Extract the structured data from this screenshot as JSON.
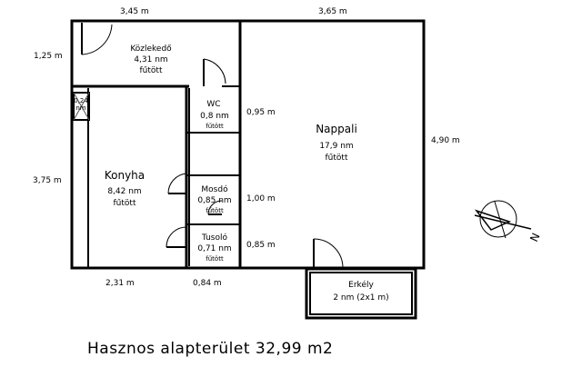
{
  "dimensions": {
    "top_left": "3,45 m",
    "top_right": "3,65 m",
    "left_top": "1,25 m",
    "left_mid": "3,75 m",
    "bottom_left": "2,31 m",
    "bottom_mid": "0,84 m",
    "right": "4,90 m",
    "wc_side": "0,95 m",
    "mosdo_side": "1,00 m",
    "tusolo_side": "0,85 m"
  },
  "rooms": {
    "kozlekedo": {
      "name": "Közlekedő",
      "area": "4,31 nm",
      "status": "fűtött"
    },
    "nappali": {
      "name": "Nappali",
      "area": "17,9 nm",
      "status": "fűtött"
    },
    "konyha": {
      "name": "Konyha",
      "area": "8,42 nm",
      "status": "fűtött"
    },
    "wc": {
      "name": "WC",
      "area": "0,8 nm",
      "status": "fűtött"
    },
    "mosdo": {
      "name": "Mosdó",
      "area": "0,85 nm",
      "status": "fűtött"
    },
    "tusolo": {
      "name": "Tusoló",
      "area": "0,71 nm",
      "status": "fűtött"
    },
    "kamra": {
      "area": "0,24",
      "unit": "nm"
    },
    "erkely": {
      "name": "Erkély",
      "area": "2 nm (2x1 m)"
    }
  },
  "compass": {
    "letter": "N"
  },
  "total": "Hasznos alapterület 32,99 m2"
}
